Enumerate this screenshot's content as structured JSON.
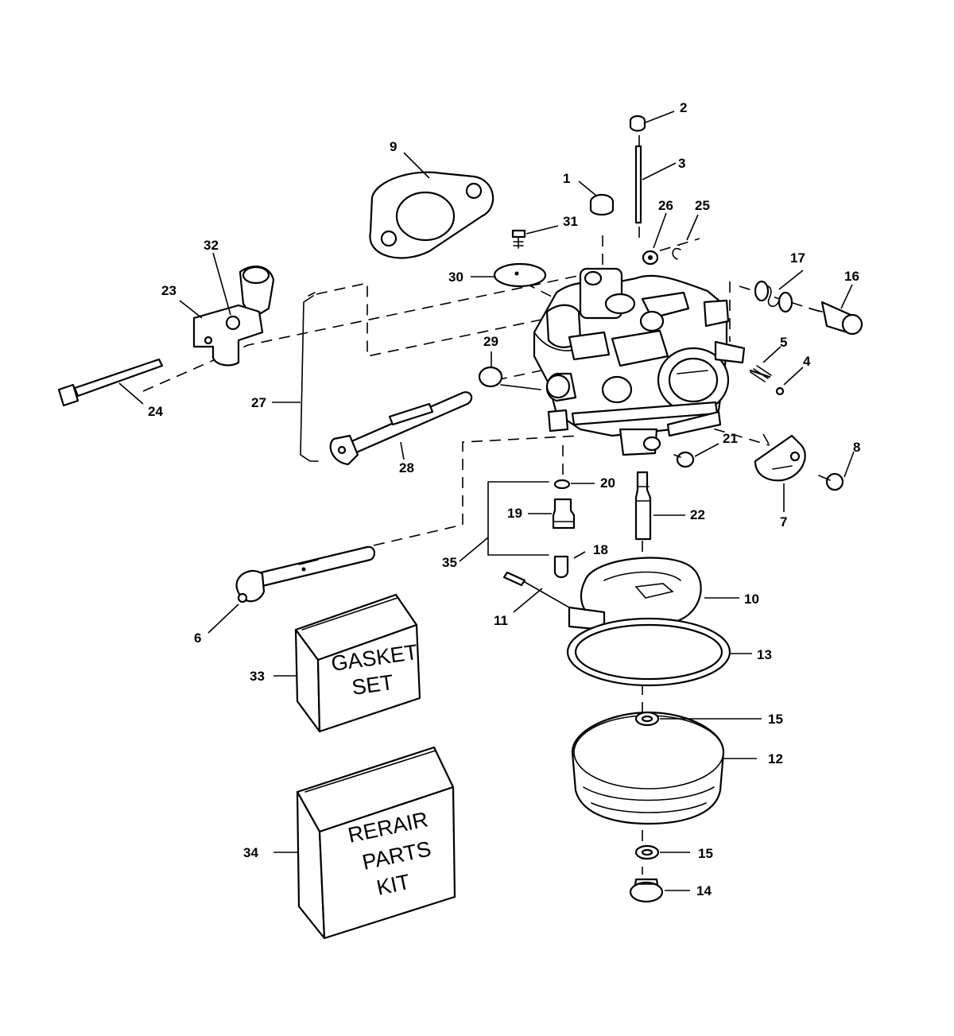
{
  "callouts": [
    "1",
    "2",
    "3",
    "4",
    "5",
    "6",
    "7",
    "8",
    "9",
    "10",
    "11",
    "12",
    "13",
    "14",
    "15",
    "16",
    "17",
    "18",
    "19",
    "20",
    "21",
    "22",
    "23",
    "24",
    "25",
    "26",
    "27",
    "28",
    "29",
    "30",
    "31",
    "32",
    "33",
    "34",
    "35"
  ],
  "gasket_box": {
    "line1": "GASKET",
    "line2": "SET"
  },
  "repair_box": {
    "line1": "RERAIR",
    "line2": "PARTS",
    "line3": "KIT"
  }
}
